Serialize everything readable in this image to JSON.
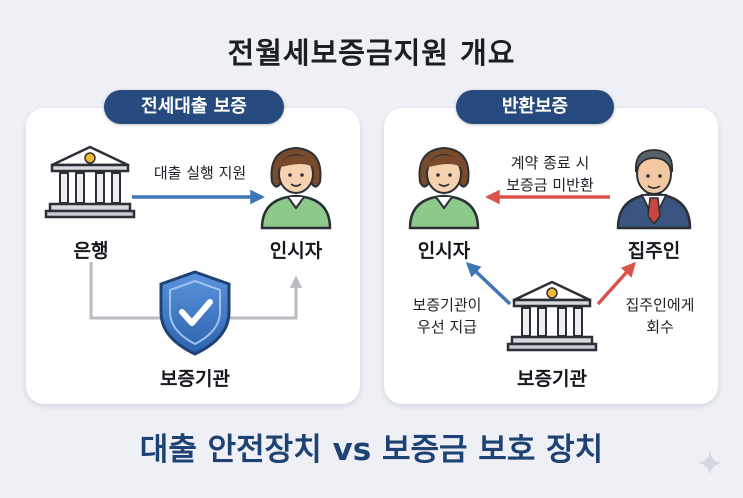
{
  "title": "전월세보증금지원 개요",
  "subtitle": "대출 안전장치 vs 보증금 보호 장치",
  "left_panel": {
    "heading": "전세대출 보증",
    "bank_label": "은행",
    "person_label": "인시자",
    "guarantor_label": "보증기관",
    "arrow_label": "대출 실행 지원"
  },
  "right_panel": {
    "heading": "반환보증",
    "person_label": "인시자",
    "landlord_label": "집주인",
    "guarantor_label": "보증기관",
    "arrow_label_line1": "계약 종료 시",
    "arrow_label_line2": "보증금 미반환",
    "left_label_line1": "보증기관이",
    "left_label_line2": "우선 지급",
    "right_label_line1": "집주인에게",
    "right_label_line2": "회수"
  },
  "colors": {
    "navy": "#264a7e",
    "blue_arrow": "#3f76b6",
    "red_arrow": "#d9534a",
    "gray_line": "#b9bcc2",
    "shield": "#3a73c4",
    "shirt_green": "#8cc98a",
    "suit": "#3c5580",
    "tie": "#c8443c"
  },
  "icons": {
    "bank": "bank-icon",
    "person": "person-icon",
    "shield": "shield-check-icon",
    "landlord": "landlord-icon"
  }
}
